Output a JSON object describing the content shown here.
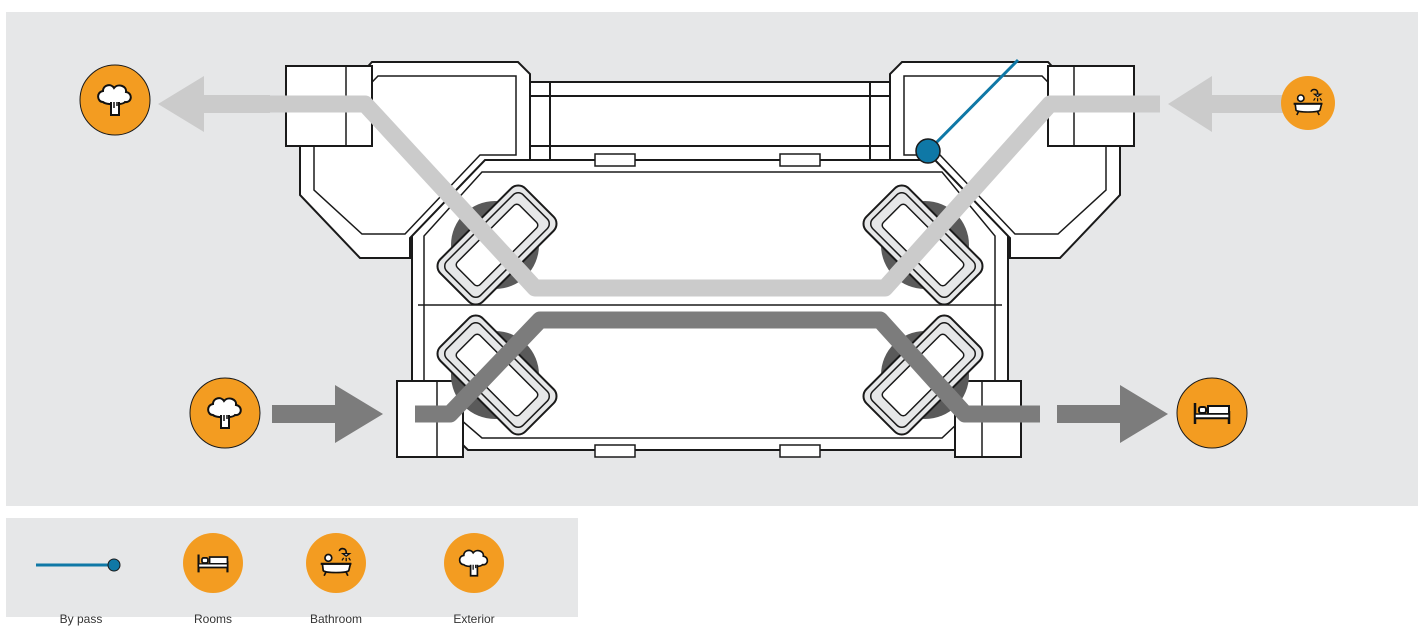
{
  "colors": {
    "panel": "#e6e7e8",
    "exhaust_flow": "#cbcbcb",
    "supply_flow": "#7c7c7c",
    "bypass": "#0f78a6",
    "icon_circle": "#f39c21",
    "outline": "#1a1a1a"
  },
  "icons": {
    "rooms": "bed-icon",
    "bathroom": "bathtub-shower-icon",
    "exterior": "tree-icon",
    "bypass": "bypass-valve-icon"
  },
  "legend": {
    "bypass_label": "By pass",
    "rooms_label": "Rooms",
    "bathroom_label": "Bathroom",
    "exterior_label": "Exterior"
  }
}
